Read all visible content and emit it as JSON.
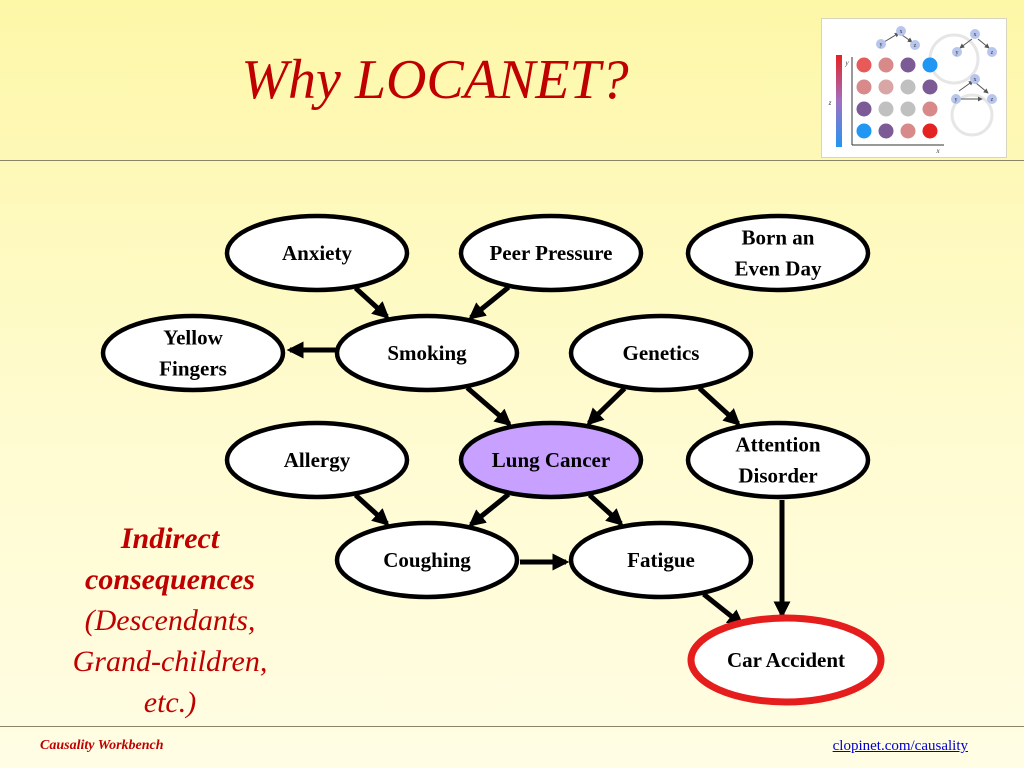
{
  "slide": {
    "title": "Why LOCANET?",
    "footer_left": "Causality Workbench",
    "footer_right": "clopinet.com/causality"
  },
  "colors": {
    "accent_red": "#c00000",
    "node_fill": "#ffffff",
    "target_fill": "#c8a0ff",
    "highlight_ring": "#e51d1d",
    "edge": "#000000"
  },
  "annotation": {
    "line1": "Indirect",
    "line2": "consequences",
    "line3": "(Descendants,",
    "line4": "Grand-children,",
    "line5": "etc.)"
  },
  "thumbnail": {
    "graph_labels": [
      "x",
      "y",
      "z"
    ],
    "axis_x": "x",
    "axis_y": "y",
    "axis_z": "z",
    "dot_colors": [
      "#e85a5a",
      "#d88a8a",
      "#7b5a95",
      "#2196f3",
      "#d88a8a",
      "#d9a6a6",
      "#c0c0c0",
      "#7b5a95",
      "#7b5a95",
      "#c0c0c0",
      "#c0c0c0",
      "#d88a8a",
      "#2196f3",
      "#7b5a95",
      "#d88a8a",
      "#e52222"
    ]
  },
  "graph": {
    "nodes": [
      {
        "id": "anxiety",
        "lines": [
          "Anxiety"
        ],
        "style": "normal"
      },
      {
        "id": "peer-pressure",
        "lines": [
          "Peer Pressure"
        ],
        "style": "normal"
      },
      {
        "id": "born-even-day",
        "lines": [
          "Born an",
          "Even Day"
        ],
        "style": "normal"
      },
      {
        "id": "yellow-fingers",
        "lines": [
          "Yellow",
          "Fingers"
        ],
        "style": "normal"
      },
      {
        "id": "smoking",
        "lines": [
          "Smoking"
        ],
        "style": "normal"
      },
      {
        "id": "genetics",
        "lines": [
          "Genetics"
        ],
        "style": "normal"
      },
      {
        "id": "allergy",
        "lines": [
          "Allergy"
        ],
        "style": "normal"
      },
      {
        "id": "lung-cancer",
        "lines": [
          "Lung Cancer"
        ],
        "style": "target"
      },
      {
        "id": "attention-disorder",
        "lines": [
          "Attention",
          "Disorder"
        ],
        "style": "normal"
      },
      {
        "id": "coughing",
        "lines": [
          "Coughing"
        ],
        "style": "normal"
      },
      {
        "id": "fatigue",
        "lines": [
          "Fatigue"
        ],
        "style": "normal"
      },
      {
        "id": "car-accident",
        "lines": [
          "Car Accident"
        ],
        "style": "highlight"
      }
    ],
    "edges": [
      {
        "from": "anxiety",
        "to": "smoking"
      },
      {
        "from": "peer-pressure",
        "to": "smoking"
      },
      {
        "from": "smoking",
        "to": "yellow-fingers"
      },
      {
        "from": "smoking",
        "to": "lung-cancer"
      },
      {
        "from": "genetics",
        "to": "lung-cancer"
      },
      {
        "from": "genetics",
        "to": "attention-disorder"
      },
      {
        "from": "allergy",
        "to": "coughing"
      },
      {
        "from": "lung-cancer",
        "to": "coughing"
      },
      {
        "from": "lung-cancer",
        "to": "fatigue"
      },
      {
        "from": "coughing",
        "to": "fatigue"
      },
      {
        "from": "fatigue",
        "to": "car-accident"
      },
      {
        "from": "attention-disorder",
        "to": "car-accident"
      }
    ]
  }
}
